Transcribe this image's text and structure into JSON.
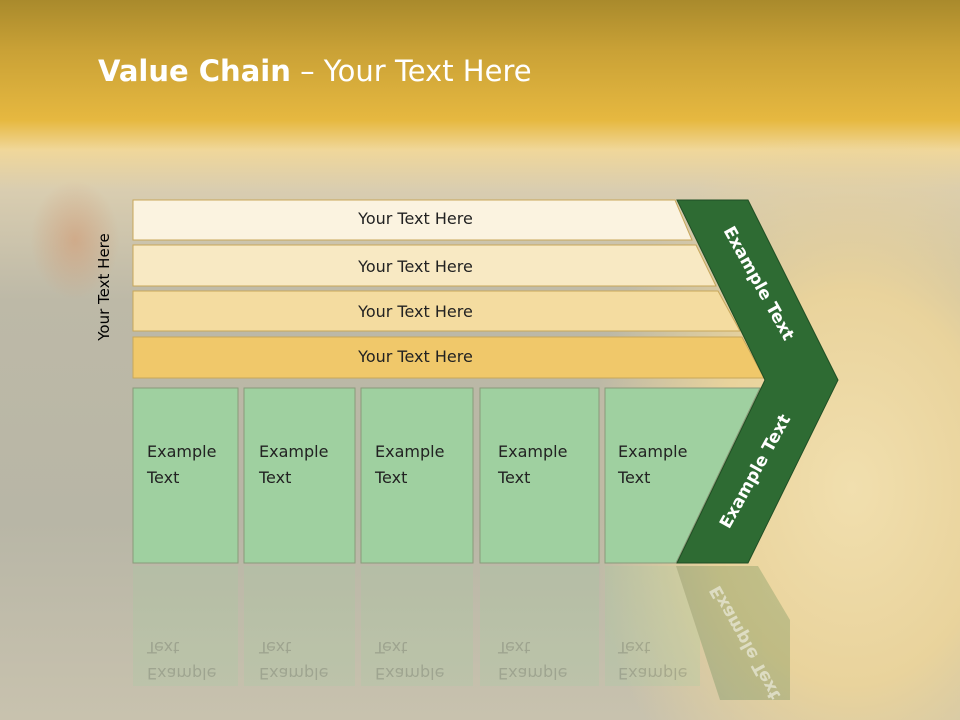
{
  "slide": {
    "title_bold": "Value Chain",
    "title_rest": " – Your Text Here",
    "vertical_label": "Your Text Here"
  },
  "bands": [
    {
      "label": "Your Text Here",
      "color": "#fbf3e0"
    },
    {
      "label": "Your Text Here",
      "color": "#f8e9c3"
    },
    {
      "label": "Your Text Here",
      "color": "#f4dca0"
    },
    {
      "label": "Your Text Here",
      "color": "#f0c86a"
    }
  ],
  "boxes": [
    {
      "line1": "Example",
      "line2": "Text"
    },
    {
      "line1": "Example",
      "line2": "Text"
    },
    {
      "line1": "Example",
      "line2": "Text"
    },
    {
      "line1": "Example",
      "line2": "Text"
    },
    {
      "line1": "Example",
      "line2": "Text"
    }
  ],
  "chevron": {
    "upper_label": "Example Text",
    "lower_label": "Example Text",
    "color": "#2e6b33"
  },
  "colors": {
    "box_fill": "#9fd0a0",
    "box_border": "#8a9a7a",
    "band_border": "#c8a75a"
  }
}
